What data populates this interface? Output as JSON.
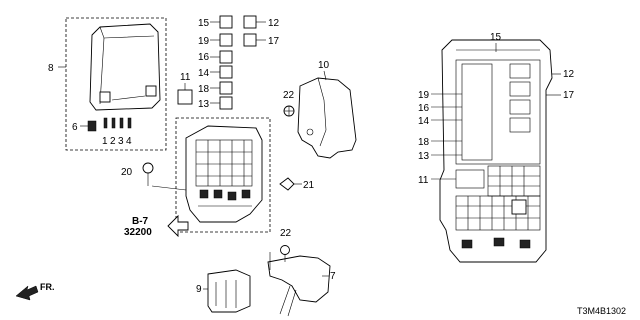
{
  "diagram": {
    "ref_code": "T3M4B1302",
    "ref_group": "B-7",
    "ref_number": "32200",
    "front_mark": "FR.",
    "callouts": {
      "c1": "1",
      "c2": "2",
      "c3": "3",
      "c4": "4",
      "c6": "6",
      "c7": "7",
      "c8": "8",
      "c9": "9",
      "c10": "10",
      "c11_left": "11",
      "c11_right": "11",
      "c12_top": "12",
      "c12_right": "12",
      "c13_left": "13",
      "c13_right": "13",
      "c14_left": "14",
      "c14_right": "14",
      "c15_top": "15",
      "c15_right": "15",
      "c16_left": "16",
      "c16_right": "16",
      "c17_top": "17",
      "c17_right": "17",
      "c18_left": "18",
      "c18_right": "18",
      "c19_left": "19",
      "c19_right": "19",
      "c20": "20",
      "c21": "21",
      "c22_top": "22",
      "c22_bottom": "22"
    }
  }
}
